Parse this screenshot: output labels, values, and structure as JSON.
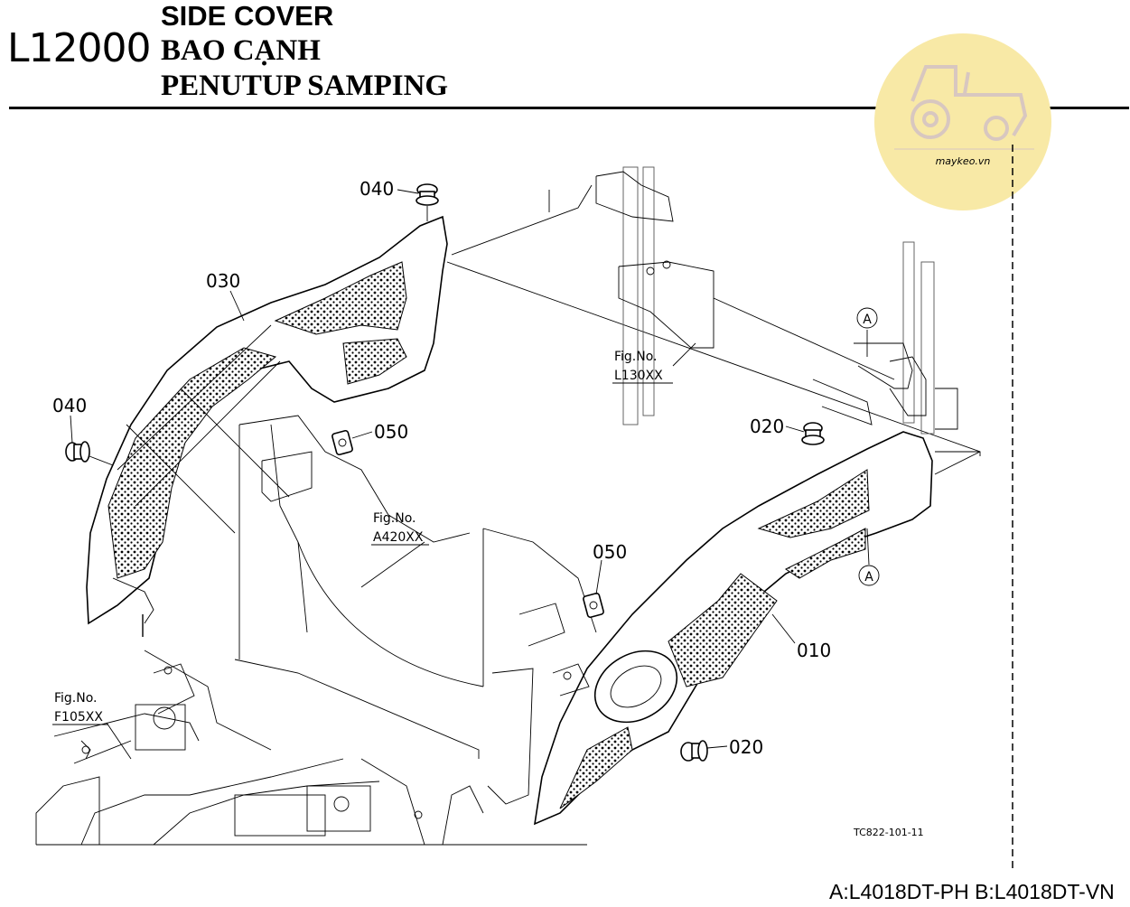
{
  "header": {
    "code": "L12000",
    "title_en": "SIDE COVER",
    "title_vi": "BAO CẠNH",
    "title_id": "PENUTUP SAMPING"
  },
  "watermark": {
    "text": "maykeo.vn",
    "color": "#f8e9a6",
    "icon": "tractor-icon"
  },
  "callouts": {
    "p040_top": "040",
    "p030": "030",
    "p040_left": "040",
    "p050_top": "050",
    "p020_top": "020",
    "p050_mid": "050",
    "p010": "010",
    "p020_bottom": "020",
    "marker_a_top": "A",
    "marker_a_bottom": "A"
  },
  "figure_refs": {
    "l130": {
      "label": "Fig.No.",
      "number": "L130XX"
    },
    "a420": {
      "label": "Fig.No.",
      "number": "A420XX"
    },
    "f105": {
      "label": "Fig.No.",
      "number": "F105XX"
    }
  },
  "diagram_code": "TC822-101-11",
  "footer": "A:L4018DT-PH B:L4018DT-VN"
}
